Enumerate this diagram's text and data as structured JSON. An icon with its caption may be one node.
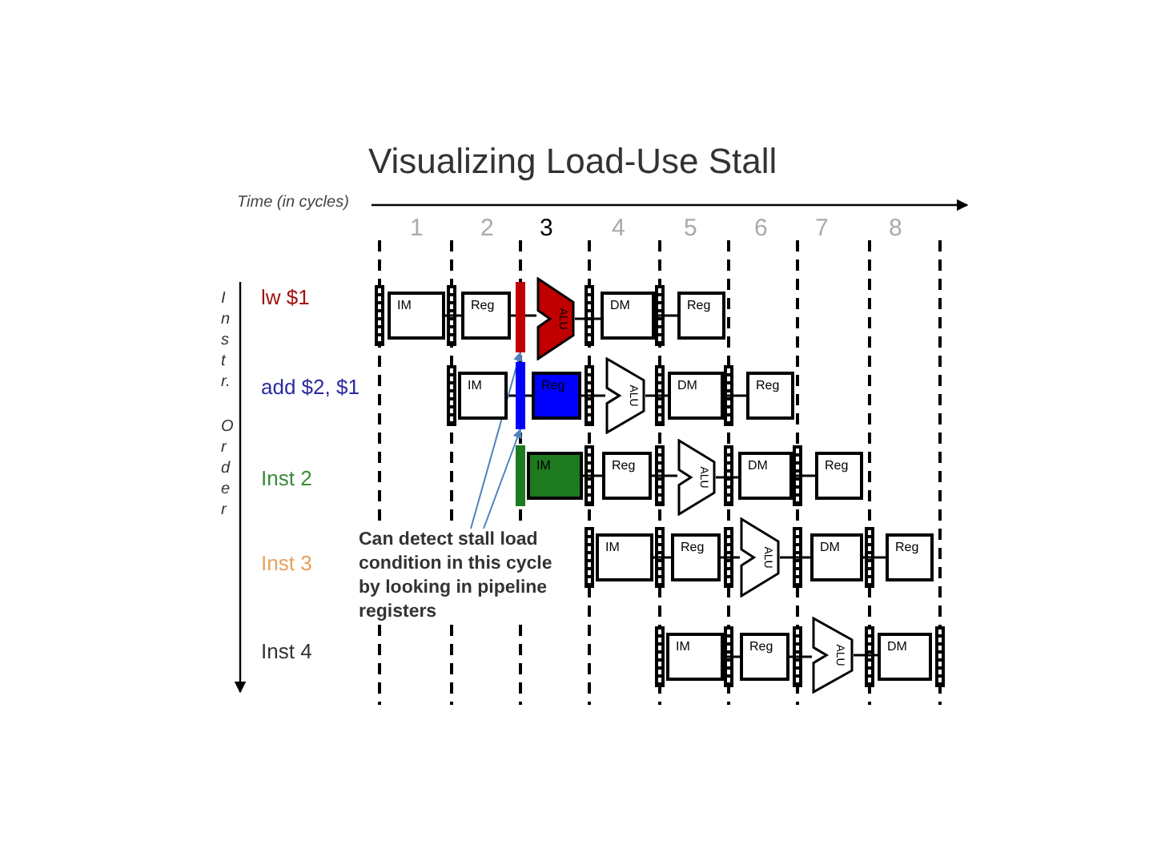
{
  "diagram": {
    "title": "Visualizing Load-Use Stall",
    "nodes": [
      {
        "text": [
          "IM"
        ]
      },
      {
        "text": [
          "Reg"
        ]
      },
      {
        "text": [
          "ALU"
        ]
      },
      {
        "text": [
          "DM"
        ]
      },
      {
        "text": [
          "Reg"
        ]
      },
      {
        "text": [
          "IM"
        ]
      },
      {
        "text": [
          "Reg"
        ]
      },
      {
        "text": [
          "ALU"
        ]
      },
      {
        "text": [
          "DM"
        ]
      },
      {
        "text": [
          "Reg"
        ]
      },
      {
        "text": [
          "IM"
        ]
      },
      {
        "text": [
          "Reg"
        ]
      },
      {
        "text": [
          "ALU"
        ]
      },
      {
        "text": [
          "DM"
        ]
      },
      {
        "text": [
          "Reg"
        ]
      },
      {
        "text": [
          "IM"
        ]
      },
      {
        "text": [
          "Reg"
        ]
      },
      {
        "text": [
          "ALU"
        ]
      },
      {
        "text": [
          "DM"
        ]
      },
      {
        "text": [
          "Reg"
        ]
      },
      {
        "text": [
          "IM"
        ]
      },
      {
        "text": [
          "Reg"
        ]
      },
      {
        "text": [
          "ALU"
        ]
      },
      {
        "text": [
          "DM"
        ]
      },
      {
        "text": [
          "Can detect stall load condition in this cycle by looking in pipeline registers"
        ]
      },
      {
        "text": [],
        "shape": "bar"
      },
      {
        "text": [],
        "shape": "bar"
      }
    ],
    "edges": [
      {
        "from": 0,
        "to": 1,
        "arrow": "none"
      },
      {
        "from": 1,
        "to": 2,
        "arrow": "none"
      },
      {
        "from": 2,
        "to": 3,
        "arrow": "none"
      },
      {
        "from": 3,
        "to": 4,
        "arrow": "none"
      },
      {
        "from": 5,
        "to": 6,
        "arrow": "none"
      },
      {
        "from": 6,
        "to": 7,
        "arrow": "none"
      },
      {
        "from": 7,
        "to": 8,
        "arrow": "none"
      },
      {
        "from": 8,
        "to": 9,
        "arrow": "none"
      },
      {
        "from": 10,
        "to": 11,
        "arrow": "none"
      },
      {
        "from": 11,
        "to": 12,
        "arrow": "none"
      },
      {
        "from": 12,
        "to": 13,
        "arrow": "none"
      },
      {
        "from": 13,
        "to": 14,
        "arrow": "none"
      },
      {
        "from": 15,
        "to": 16,
        "arrow": "none"
      },
      {
        "from": 16,
        "to": 17,
        "arrow": "none"
      },
      {
        "from": 17,
        "to": 18,
        "arrow": "none"
      },
      {
        "from": 18,
        "to": 19,
        "arrow": "none"
      },
      {
        "from": 20,
        "to": 21,
        "arrow": "none"
      },
      {
        "from": 21,
        "to": 22,
        "arrow": "none"
      },
      {
        "from": 22,
        "to": 23,
        "arrow": "none"
      },
      {
        "from": 24,
        "to": 25,
        "arrow": "to",
        "color": "#4f81bd"
      },
      {
        "from": 24,
        "to": 26,
        "arrow": "to",
        "color": "#4f81bd"
      }
    ],
    "labels": [
      "Time (in cycles)",
      "1",
      "2",
      "3",
      "4",
      "5",
      "6",
      "7",
      "8",
      "Instr.",
      "Order",
      "lw $1",
      "add $2, $1",
      "Inst 2",
      "Inst 3",
      "Inst 4"
    ]
  }
}
